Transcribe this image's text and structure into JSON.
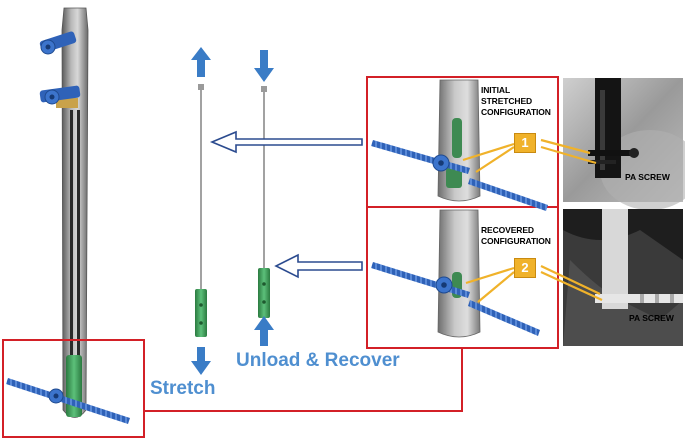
{
  "labels": {
    "stretch": "Stretch",
    "unload_recover": "Unload & Recover",
    "initial_caption": [
      "INITIAL",
      "STRETCHED",
      "CONFIGURATION"
    ],
    "recovered_caption": [
      "RECOVERED",
      "CONFIGURATION"
    ],
    "xray_label": "PA SCREW",
    "badge_1": "1",
    "badge_2": "2"
  },
  "colors": {
    "frame_red": "#d32027",
    "arrow_blue": "#3a7cc6",
    "label_blue": "#4f8fd0",
    "screw_blue": "#2f62b8",
    "insert_green": "#3f9a58",
    "badge_gold": "#f0b22a",
    "nail_gray": "#8f8f8f"
  }
}
